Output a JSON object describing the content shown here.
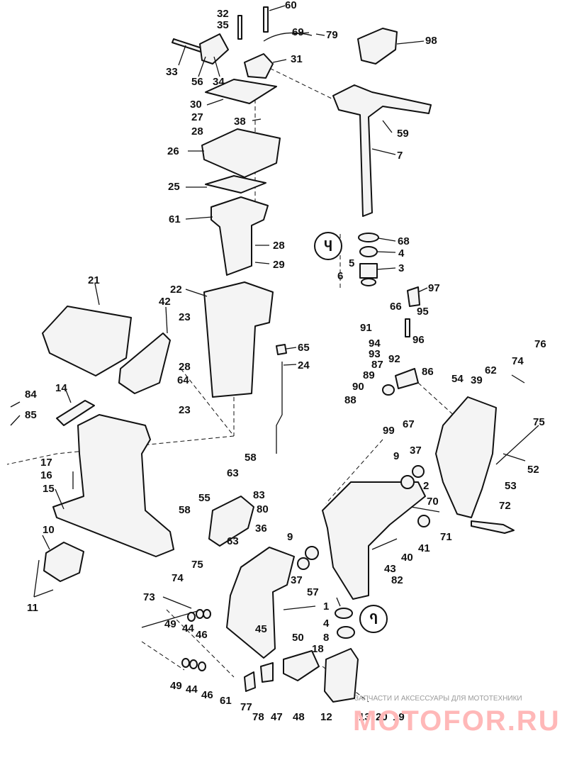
{
  "diagram": {
    "callouts": [
      {
        "id": "32",
        "text": "32"
      },
      {
        "id": "60",
        "text": "60"
      },
      {
        "id": "35",
        "text": "35"
      },
      {
        "id": "69",
        "text": "69"
      },
      {
        "id": "79",
        "text": "79"
      },
      {
        "id": "98",
        "text": "98"
      },
      {
        "id": "33",
        "text": "33"
      },
      {
        "id": "56",
        "text": "56"
      },
      {
        "id": "34",
        "text": "34"
      },
      {
        "id": "31",
        "text": "31"
      },
      {
        "id": "30",
        "text": "30"
      },
      {
        "id": "27",
        "text": "27"
      },
      {
        "id": "38",
        "text": "38"
      },
      {
        "id": "28a",
        "text": "28"
      },
      {
        "id": "59",
        "text": "59"
      },
      {
        "id": "26",
        "text": "26"
      },
      {
        "id": "7",
        "text": "7"
      },
      {
        "id": "25",
        "text": "25"
      },
      {
        "id": "61a",
        "text": "61"
      },
      {
        "id": "68",
        "text": "68"
      },
      {
        "id": "4a",
        "text": "4"
      },
      {
        "id": "28b",
        "text": "28"
      },
      {
        "id": "29",
        "text": "29"
      },
      {
        "id": "5",
        "text": "5"
      },
      {
        "id": "3",
        "text": "3"
      },
      {
        "id": "6",
        "text": "6"
      },
      {
        "id": "97",
        "text": "97"
      },
      {
        "id": "21",
        "text": "21"
      },
      {
        "id": "22",
        "text": "22"
      },
      {
        "id": "42",
        "text": "42"
      },
      {
        "id": "23a",
        "text": "23"
      },
      {
        "id": "66",
        "text": "66"
      },
      {
        "id": "95",
        "text": "95"
      },
      {
        "id": "91",
        "text": "91"
      },
      {
        "id": "96",
        "text": "96"
      },
      {
        "id": "65",
        "text": "65"
      },
      {
        "id": "94",
        "text": "94"
      },
      {
        "id": "93",
        "text": "93"
      },
      {
        "id": "92",
        "text": "92"
      },
      {
        "id": "76",
        "text": "76"
      },
      {
        "id": "28c",
        "text": "28"
      },
      {
        "id": "24",
        "text": "24"
      },
      {
        "id": "87",
        "text": "87"
      },
      {
        "id": "86",
        "text": "86"
      },
      {
        "id": "54",
        "text": "54"
      },
      {
        "id": "74a",
        "text": "74"
      },
      {
        "id": "62",
        "text": "62"
      },
      {
        "id": "64",
        "text": "64"
      },
      {
        "id": "89",
        "text": "89"
      },
      {
        "id": "39",
        "text": "39"
      },
      {
        "id": "90",
        "text": "90"
      },
      {
        "id": "88",
        "text": "88"
      },
      {
        "id": "99",
        "text": "99"
      },
      {
        "id": "67",
        "text": "67"
      },
      {
        "id": "75a",
        "text": "75"
      },
      {
        "id": "84",
        "text": "84"
      },
      {
        "id": "14",
        "text": "14"
      },
      {
        "id": "23b",
        "text": "23"
      },
      {
        "id": "85",
        "text": "85"
      },
      {
        "id": "52",
        "text": "52"
      },
      {
        "id": "9a",
        "text": "9"
      },
      {
        "id": "37a",
        "text": "37"
      },
      {
        "id": "58a",
        "text": "58"
      },
      {
        "id": "17",
        "text": "17"
      },
      {
        "id": "16",
        "text": "16"
      },
      {
        "id": "63a",
        "text": "63"
      },
      {
        "id": "2",
        "text": "2"
      },
      {
        "id": "53",
        "text": "53"
      },
      {
        "id": "15",
        "text": "15"
      },
      {
        "id": "55",
        "text": "55"
      },
      {
        "id": "83",
        "text": "83"
      },
      {
        "id": "80",
        "text": "80"
      },
      {
        "id": "70",
        "text": "70"
      },
      {
        "id": "72",
        "text": "72"
      },
      {
        "id": "58b",
        "text": "58"
      },
      {
        "id": "63b",
        "text": "63"
      },
      {
        "id": "36",
        "text": "36"
      },
      {
        "id": "10",
        "text": "10"
      },
      {
        "id": "9b",
        "text": "9"
      },
      {
        "id": "41",
        "text": "41"
      },
      {
        "id": "71",
        "text": "71"
      },
      {
        "id": "40",
        "text": "40"
      },
      {
        "id": "75b",
        "text": "75"
      },
      {
        "id": "43",
        "text": "43"
      },
      {
        "id": "74b",
        "text": "74"
      },
      {
        "id": "37b",
        "text": "37"
      },
      {
        "id": "82",
        "text": "82"
      },
      {
        "id": "57",
        "text": "57"
      },
      {
        "id": "11",
        "text": "11"
      },
      {
        "id": "73",
        "text": "73"
      },
      {
        "id": "1",
        "text": "1"
      },
      {
        "id": "49a",
        "text": "49"
      },
      {
        "id": "44a",
        "text": "44"
      },
      {
        "id": "46a",
        "text": "46"
      },
      {
        "id": "45",
        "text": "45"
      },
      {
        "id": "50",
        "text": "50"
      },
      {
        "id": "4b",
        "text": "4"
      },
      {
        "id": "8",
        "text": "8"
      },
      {
        "id": "18",
        "text": "18"
      },
      {
        "id": "49b",
        "text": "49"
      },
      {
        "id": "44b",
        "text": "44"
      },
      {
        "id": "46b",
        "text": "46"
      },
      {
        "id": "61b",
        "text": "61"
      },
      {
        "id": "77",
        "text": "77"
      },
      {
        "id": "78",
        "text": "78"
      },
      {
        "id": "47",
        "text": "47"
      },
      {
        "id": "48",
        "text": "48"
      },
      {
        "id": "12",
        "text": "12"
      },
      {
        "id": "13",
        "text": "13"
      },
      {
        "id": "20",
        "text": "20"
      },
      {
        "id": "19",
        "text": "19"
      }
    ],
    "service_badges": [
      {
        "id": "badge-upper",
        "symbol": "Ⴗ"
      },
      {
        "id": "badge-lower",
        "symbol": "Ⴄ"
      }
    ]
  },
  "watermark": {
    "tagline": "ЗАПЧАСТИ И АКСЕССУАРЫ ДЛЯ МОТОТЕХНИКИ",
    "logo": "MOTOFOR.RU"
  }
}
